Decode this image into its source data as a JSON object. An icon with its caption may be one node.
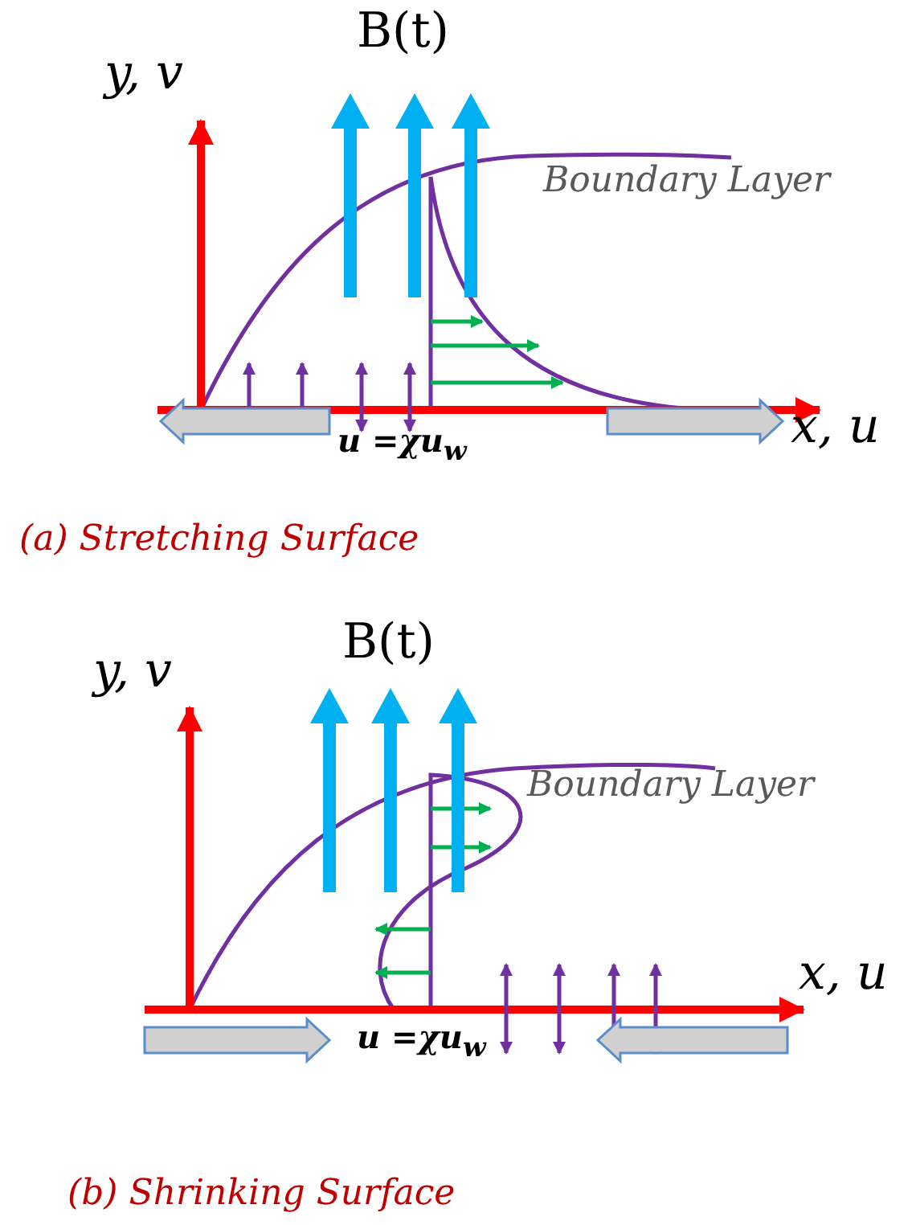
{
  "diagram": {
    "labels": [
      "y, v",
      "B(t)",
      "Boundary Layer",
      "x, u",
      "u =χu$_{w}$",
      "(a) Stretching Surface",
      "y, v",
      "B(t)",
      "Boundary Layer",
      "x, u",
      "u =χu$_{w}$",
      "(b) Shrinking Surface"
    ]
  }
}
